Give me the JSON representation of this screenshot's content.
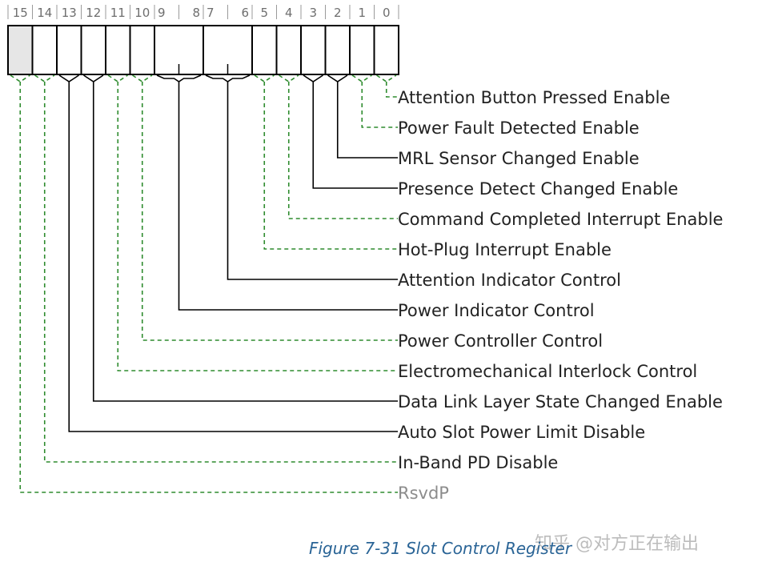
{
  "colors": {
    "solid_line": "#000000",
    "dashed_line": "#2e8b2e",
    "reserved_cell": "#e6e6e6",
    "caption": "#2a6496",
    "reserved_label": "#8c8c8c"
  },
  "bit_numbers": [
    "15",
    "14",
    "13",
    "12",
    "11",
    "10",
    "9",
    "8",
    "7",
    "6",
    "5",
    "4",
    "3",
    "2",
    "1",
    "0"
  ],
  "fields": [
    {
      "label": "Attention Button Pressed Enable",
      "hi": 0,
      "lo": 0,
      "style": "dashed"
    },
    {
      "label": "Power Fault Detected Enable",
      "hi": 1,
      "lo": 1,
      "style": "dashed"
    },
    {
      "label": "MRL Sensor Changed Enable",
      "hi": 2,
      "lo": 2,
      "style": "solid"
    },
    {
      "label": "Presence Detect Changed Enable",
      "hi": 3,
      "lo": 3,
      "style": "solid"
    },
    {
      "label": "Command Completed Interrupt Enable",
      "hi": 4,
      "lo": 4,
      "style": "dashed"
    },
    {
      "label": "Hot-Plug Interrupt Enable",
      "hi": 5,
      "lo": 5,
      "style": "dashed"
    },
    {
      "label": "Attention Indicator Control",
      "hi": 7,
      "lo": 6,
      "style": "solid"
    },
    {
      "label": "Power Indicator Control",
      "hi": 9,
      "lo": 8,
      "style": "solid"
    },
    {
      "label": "Power Controller Control",
      "hi": 10,
      "lo": 10,
      "style": "dashed"
    },
    {
      "label": "Electromechanical Interlock Control",
      "hi": 11,
      "lo": 11,
      "style": "dashed"
    },
    {
      "label": "Data Link Layer State Changed Enable",
      "hi": 12,
      "lo": 12,
      "style": "solid"
    },
    {
      "label": "Auto Slot Power Limit Disable",
      "hi": 13,
      "lo": 13,
      "style": "solid"
    },
    {
      "label": "In-Band PD Disable",
      "hi": 14,
      "lo": 14,
      "style": "dashed"
    },
    {
      "label": "RsvdP",
      "hi": 15,
      "lo": 15,
      "style": "dashed",
      "reserved": true
    }
  ],
  "caption": "Figure 7-31 Slot Control Register",
  "watermark": "知乎 @对方正在输出"
}
